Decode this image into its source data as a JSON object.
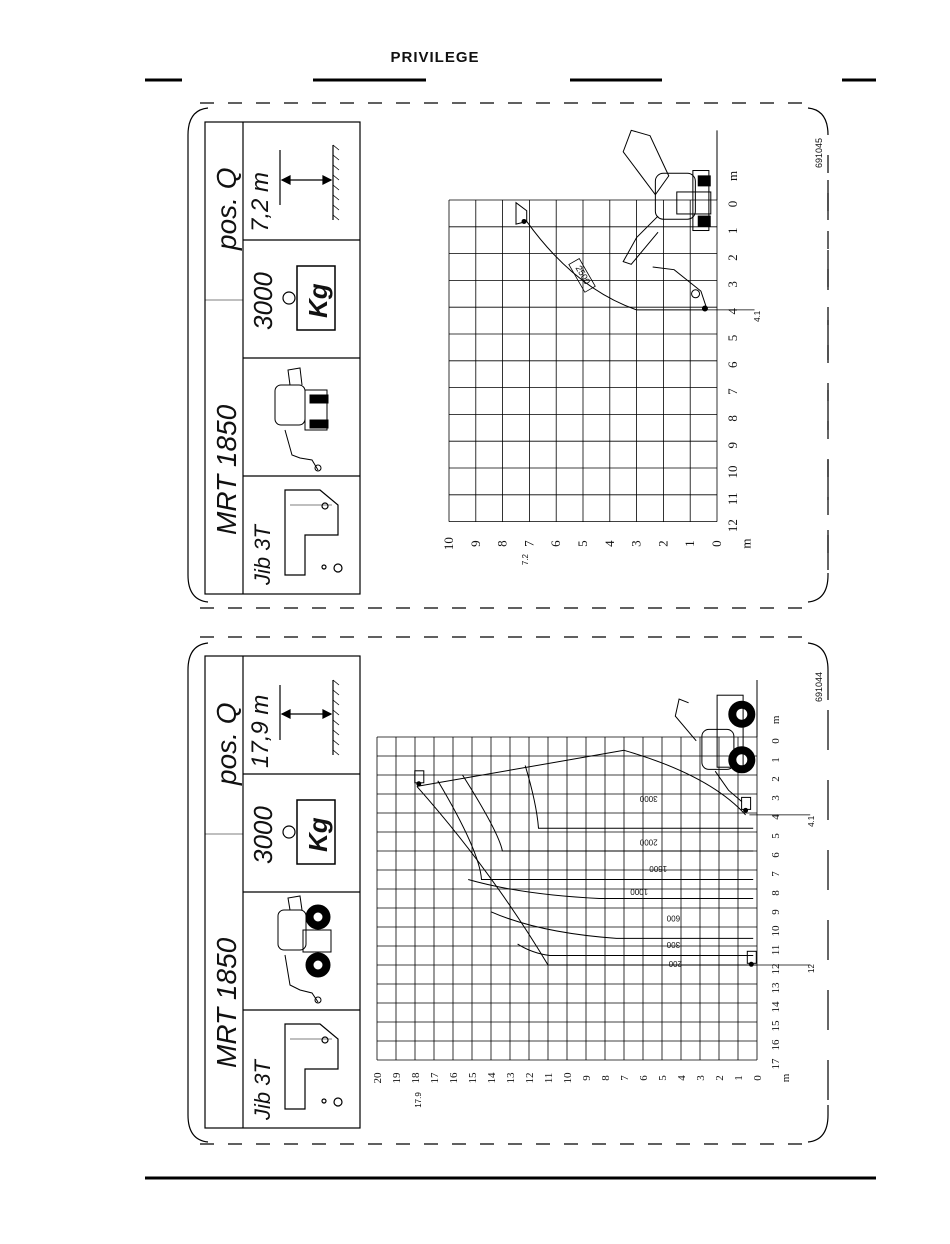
{
  "header": {
    "brand": "PRIVILEGE"
  },
  "footer_rule": true,
  "charts": [
    {
      "id": "chart-upper",
      "model": "MRT 1850",
      "attachment": "Jib 3T",
      "capacity": "3000",
      "capacity_unit": "Kg",
      "position_label": "pos. Q",
      "stabilizer_extension": "7,2 m",
      "drawing_code": "691045",
      "x_axis_unit": "m",
      "y_axis_unit": "m",
      "x_ticks": [
        "0",
        "1",
        "2",
        "3",
        "4",
        "5",
        "6",
        "7",
        "8",
        "9",
        "10",
        "11",
        "12"
      ],
      "y_ticks": [
        "0",
        "1",
        "2",
        "3",
        "4",
        "5",
        "6",
        "7",
        "8",
        "9",
        "10"
      ],
      "annotations": {
        "max_height_marker": "7.2",
        "max_reach_marker": "4.1"
      },
      "load_zones": [
        {
          "label": "2500"
        }
      ]
    },
    {
      "id": "chart-lower",
      "model": "MRT 1850",
      "attachment": "Jib 3T",
      "capacity": "3000",
      "capacity_unit": "Kg",
      "position_label": "pos. Q",
      "stabilizer_extension": "17,9 m",
      "drawing_code": "691044",
      "x_axis_unit": "m",
      "y_axis_unit": "m",
      "x_ticks": [
        "0",
        "1",
        "2",
        "3",
        "4",
        "5",
        "6",
        "7",
        "8",
        "9",
        "10",
        "11",
        "12",
        "13",
        "14",
        "15",
        "16",
        "17"
      ],
      "y_ticks": [
        "0",
        "1",
        "2",
        "3",
        "4",
        "5",
        "6",
        "7",
        "8",
        "9",
        "10",
        "11",
        "12",
        "13",
        "14",
        "15",
        "16",
        "17",
        "18",
        "19",
        "20"
      ],
      "annotations": {
        "max_height_marker": "17.9",
        "near_reach_marker": "4.1",
        "far_reach_marker": "12"
      },
      "load_zones": [
        {
          "label": "3000"
        },
        {
          "label": "2000"
        },
        {
          "label": "1600"
        },
        {
          "label": "1000"
        },
        {
          "label": "600"
        },
        {
          "label": "300"
        },
        {
          "label": "200"
        }
      ]
    }
  ]
}
